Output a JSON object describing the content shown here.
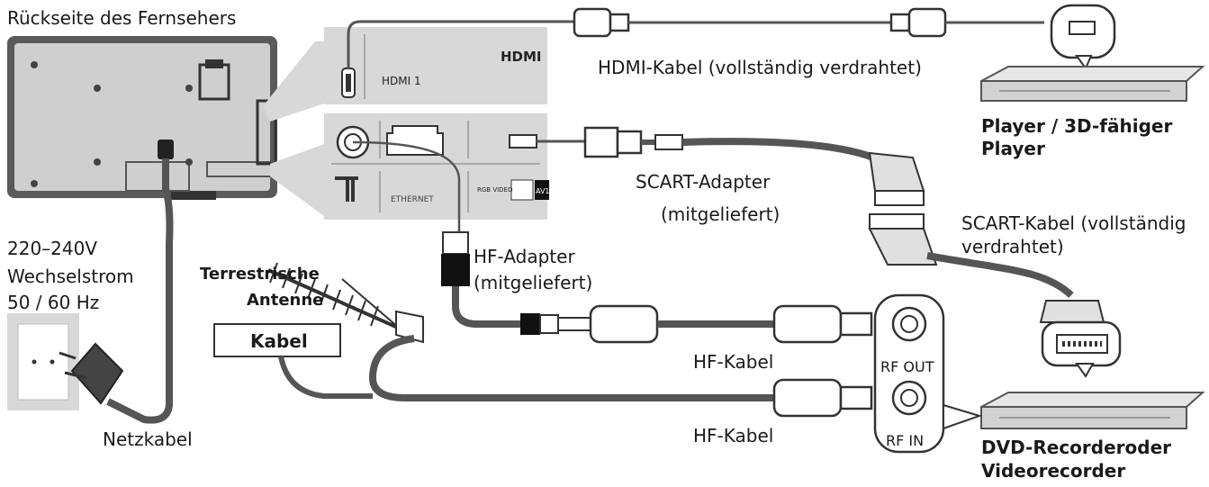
{
  "tv": {
    "title": "Rückseite des Fernsehers",
    "hdmi_logo": "HDMI",
    "hdmi_port": "HDMI 1",
    "ethernet": "ETHERNET",
    "av1": "AV1",
    "rgb_video": "RGB\nVIDEO"
  },
  "power": {
    "voltage": "220–240V",
    "current": "Wechselstrom",
    "frequency": "50 / 60 Hz",
    "cable": "Netzkabel"
  },
  "hdmi_cable": "HDMI-Kabel (vollständig verdrahtet)",
  "player": {
    "line1": "Player / 3D-fähiger",
    "line2": "Player"
  },
  "scart_adapter": {
    "line1": "SCART-Adapter",
    "line2": "(mitgeliefert)"
  },
  "scart_cable": {
    "line1": "SCART-Kabel (vollständig",
    "line2": "verdrahtet)"
  },
  "hf_adapter": {
    "line1": "HF-Adapter",
    "line2": "(mitgeliefert)"
  },
  "antenna": {
    "line1": "Terrestrische",
    "line2": "Antenne",
    "kabel": "Kabel"
  },
  "hf_cable_top": "HF-Kabel",
  "hf_cable_bottom": "HF-Kabel",
  "rf_out": "RF OUT",
  "rf_in": "RF IN",
  "recorder": {
    "line1": "DVD-Recorderoder",
    "line2": "Videorecorder"
  }
}
